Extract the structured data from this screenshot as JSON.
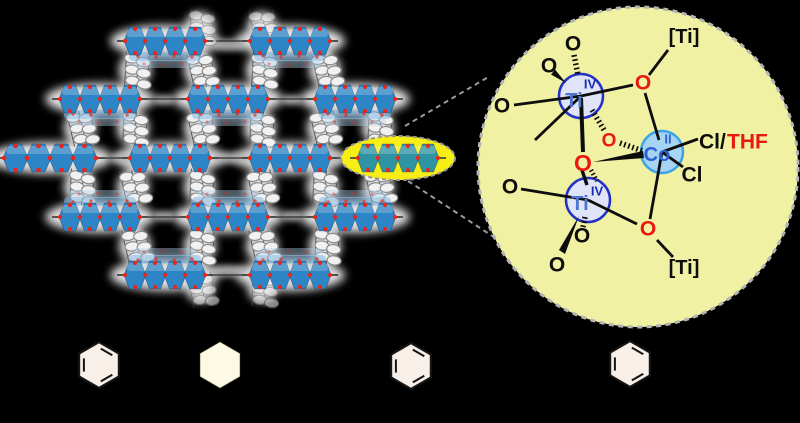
{
  "figure": {
    "type": "scientific-figure",
    "background": "#000000"
  },
  "mof": {
    "name": "mof-crystal-structure",
    "colors": {
      "cluster_blue": "#2d85c5",
      "cluster_highlight_teal": "#2e93a3",
      "oxygen_dot_red": "#ee2418",
      "linker_gray": "#8a8a8a",
      "highlight_ellipse_yellow": "#f7ee15",
      "connector_dash_gray": "#9a9a9a"
    }
  },
  "inset": {
    "name": "active-site-inset",
    "colors": {
      "circle_fill": "#f0f1a2",
      "circle_border": "#b5b5b5",
      "ti_circle_fill": "#dfe4f8",
      "ti_circle_ring": "#2431c3",
      "ti_text": "#4a77c9",
      "ti_ox_text": "#1b2cb0",
      "co_circle_fill": "#a6d4f3",
      "co_circle_ring": "#3ba3e6",
      "co_text": "#2b5ed1",
      "oxygen_red": "#e8190f",
      "bond_black": "#0d0d0d",
      "thf_red": "#e8190f"
    },
    "labels": {
      "ti": "Ti",
      "ti_oxidation": "IV",
      "co": "Co",
      "co_oxidation": "II",
      "oxygen": "O",
      "bridged_ti": "[Ti]",
      "cl_slash": "Cl/",
      "thf": "THF",
      "cl": "Cl"
    }
  },
  "molecules": {
    "name": "substrate-molecules-row",
    "items": [
      {
        "name": "benzene"
      },
      {
        "name": "cyclohexane"
      },
      {
        "name": "benzene"
      },
      {
        "name": "benzene"
      }
    ]
  }
}
